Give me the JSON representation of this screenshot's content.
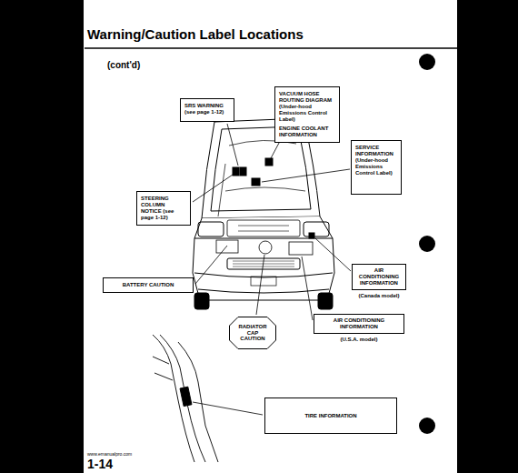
{
  "diagram": {
    "title": "Warning/Caution Label Locations",
    "nodes": [
      {
        "text": [
          "VACUUM HOSE ROUTING DIAGRAM (Under-hood Emissions Control Label)",
          "ENGINE COOLANT INFORMATION"
        ]
      },
      {
        "text": [
          "SRS WARNING (see page 1-12)"
        ]
      },
      {
        "text": [
          "SERVICE INFORMATION (Under-hood Emissions Control Label)"
        ]
      },
      {
        "text": [
          "STEERING COLUMN NOTICE (see page 1-12)"
        ]
      },
      {
        "text": [
          "AIR CONDITIONING INFORMATION",
          "(Canada model)"
        ]
      },
      {
        "text": [
          "BATTERY CAUTION"
        ]
      },
      {
        "text": [
          "RADIATOR CAP CAUTION"
        ]
      },
      {
        "text": [
          "AIR CONDITIONING INFORMATION",
          "(U.S.A. model)"
        ]
      },
      {
        "text": [
          "TIRE INFORMATION"
        ]
      }
    ],
    "labels": [
      "(cont'd)",
      "www.emanualpro.com",
      "1-14"
    ]
  }
}
